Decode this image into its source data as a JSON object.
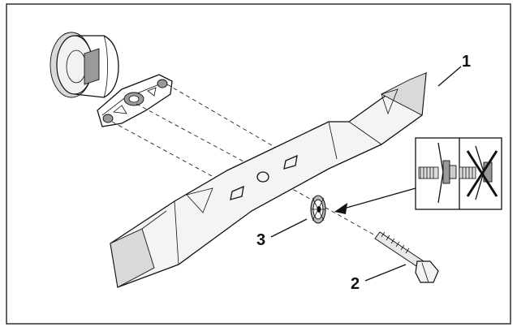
{
  "callouts": [
    {
      "id": "blade",
      "label": "1"
    },
    {
      "id": "bolt",
      "label": "2"
    },
    {
      "id": "washer",
      "label": "3"
    }
  ],
  "colors": {
    "line": "#111111",
    "background": "#ffffff",
    "fill": "#f4f4f4",
    "shade": "#d9d9d9"
  }
}
